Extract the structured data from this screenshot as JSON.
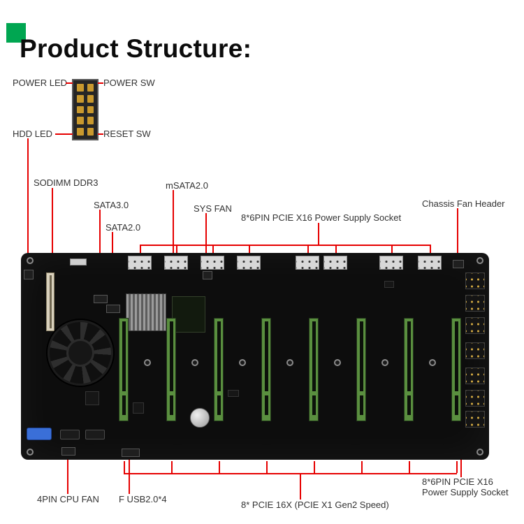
{
  "title": "Product Structure:",
  "colors": {
    "accent_green": "#00a651",
    "line_red": "#e60000",
    "board_black": "#0d0d0d",
    "slot_green": "#5a8f3f",
    "vga_blue": "#3a6fd8"
  },
  "pin_header": {
    "labels": {
      "power_led": "POWER LED",
      "power_sw": "POWER SW",
      "hdd_led": "HDD LED",
      "reset_sw": "RESET SW"
    }
  },
  "callouts": {
    "sodimm": "SODIMM DDR3",
    "sata3": "SATA3.0",
    "sata2": "SATA2.0",
    "msata": "mSATA2.0",
    "sys_fan": "SYS FAN",
    "pcie_power_top": "8*6PIN PCIE X16 Power Supply Socket",
    "chassis_fan": "Chassis Fan Header",
    "cpu_fan": "4PIN CPU FAN",
    "f_usb": "F USB2.0*4",
    "pcie_slots": "8* PCIE 16X (PCIE X1 Gen2 Speed)",
    "pcie_power_right_line1": "8*6PIN PCIE X16",
    "pcie_power_right_line2": "Power Supply Socket"
  }
}
